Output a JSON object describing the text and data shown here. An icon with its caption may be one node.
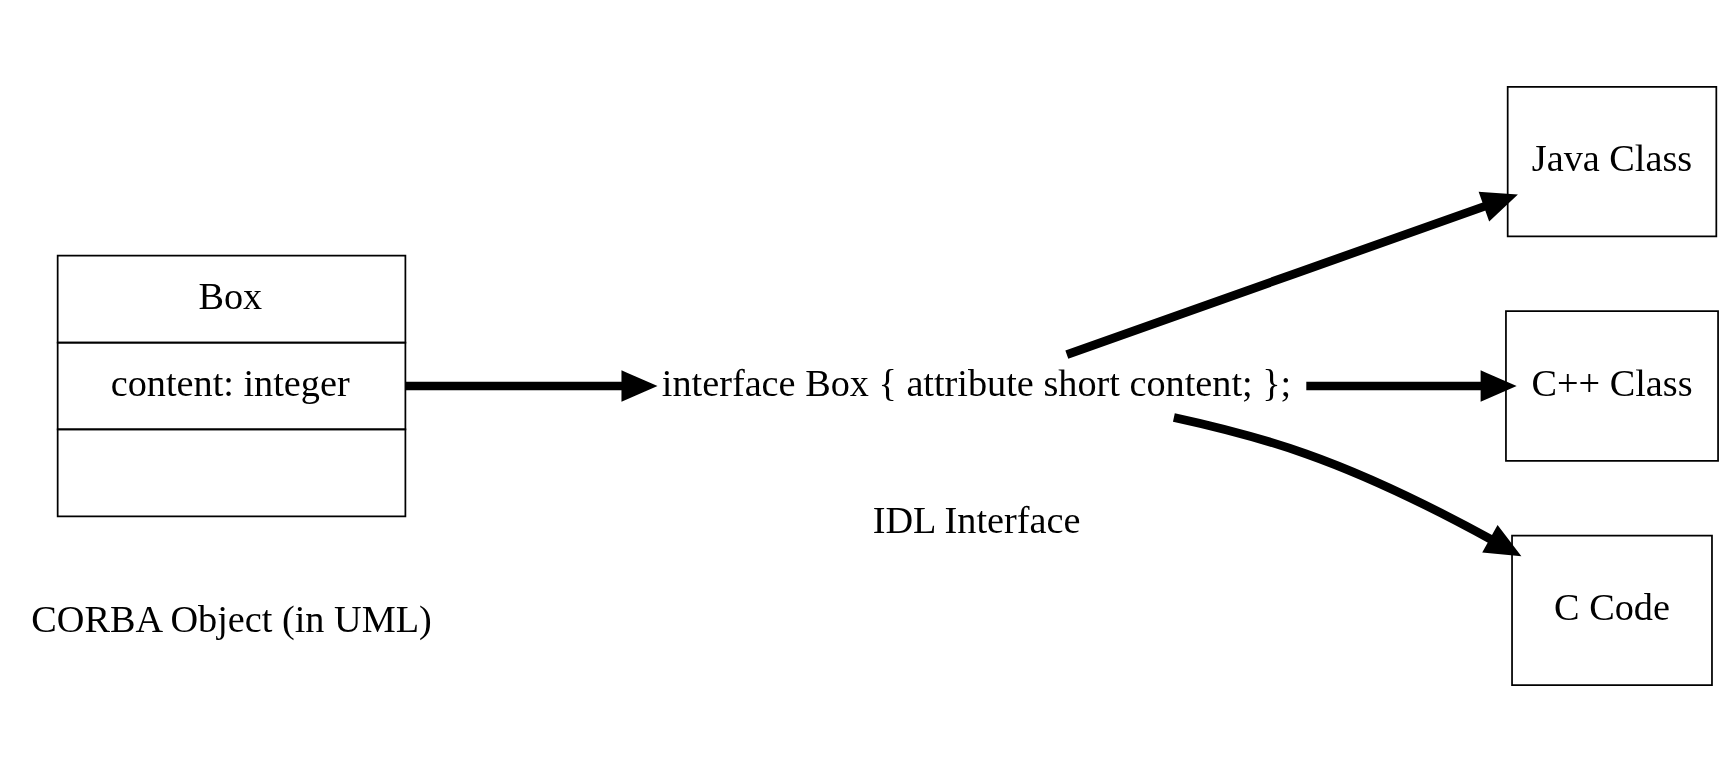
{
  "diagram": {
    "nodes": [
      {
        "text": [
          "Box",
          "content: integer"
        ],
        "beside": [
          "CORBA Object (in UML)"
        ]
      },
      {
        "text": [
          "interface Box { attribute short content; };"
        ],
        "beside": [
          "IDL Interface"
        ]
      },
      {
        "text": [
          "Java Class"
        ]
      },
      {
        "text": [
          "C++ Class"
        ]
      },
      {
        "text": [
          "C Code"
        ]
      }
    ],
    "edges": [
      {
        "from": 0,
        "to": 1,
        "arrow": "to"
      },
      {
        "from": 1,
        "to": 2,
        "arrow": "to"
      },
      {
        "from": 1,
        "to": 3,
        "arrow": "to"
      },
      {
        "from": 1,
        "to": 4,
        "arrow": "to"
      }
    ]
  }
}
